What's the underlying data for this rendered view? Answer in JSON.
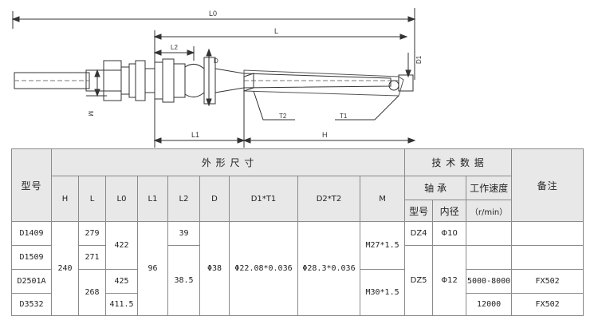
{
  "drawing": {
    "labels": {
      "L0": "L0",
      "L": "L",
      "L2": "L2",
      "L1": "L1",
      "H": "H",
      "D": "D",
      "D1": "D1",
      "M": "M",
      "T2": "T2",
      "T1": "T1"
    }
  },
  "table": {
    "group_dims": "外 形 尺 寸",
    "group_tech": "技 术 数 据",
    "model_header": "型号",
    "remark_header": "备注",
    "bearing_header": "轴 承",
    "work_speed_header": "工作速度",
    "speed_unit": "（r/min）",
    "bearing_model": "型号",
    "bearing_inner": "内径",
    "cols": {
      "H": "H",
      "L": "L",
      "L0": "L0",
      "L1": "L1",
      "L2": "L2",
      "D": "D",
      "D1T1": "D1*T1",
      "D2T2": "D2*T2",
      "M": "M"
    },
    "rows": {
      "r1": {
        "model": "D1409",
        "L": "279",
        "L2": "39",
        "M": "M27*1.5",
        "bearing_model": "DZ4",
        "bearing_inner": "Φ10"
      },
      "r2": {
        "model": "D1509",
        "L": "271"
      },
      "r3": {
        "model": "D2501A",
        "L0": "425",
        "speed": "5000-8000",
        "remark": "FX502"
      },
      "r4": {
        "model": "D3532",
        "L0": "411.5",
        "speed": "12000",
        "remark": "FX502"
      }
    },
    "merged": {
      "H": "240",
      "L_r34": "268",
      "L0_r12": "422",
      "L1": "96",
      "L2_r234": "38.5",
      "D": "Φ38",
      "D1T1": "Φ22.08*0.036",
      "D2T2": "Φ28.3*0.036",
      "M_r34": "M30*1.5",
      "bearing_model_r234": "DZ5",
      "bearing_inner_r234": "Φ12"
    }
  }
}
